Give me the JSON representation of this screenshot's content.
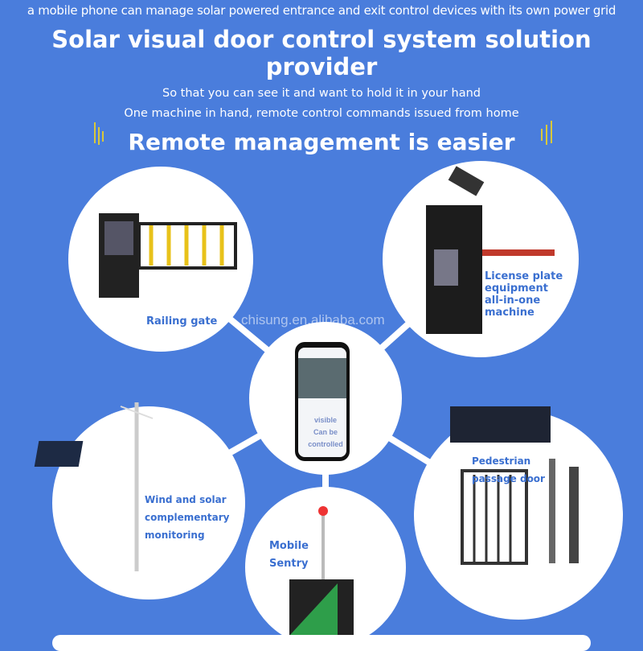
{
  "header": {
    "subtitle": "a mobile phone can manage solar powered entrance and exit control devices with its own power grid",
    "title": "Solar visual door control system solution provider",
    "line1": "So that you can see it and want to hold it in your hand",
    "line2": "One machine in hand, remote control commands issued from home",
    "headline": "Remote management is easier"
  },
  "devices": {
    "railing": "Railing gate",
    "license": [
      "License plate",
      "equipment",
      "all-in-one",
      "machine"
    ],
    "wind": [
      "Wind and solar",
      "complementary",
      "monitoring"
    ],
    "sentry": [
      "Mobile",
      "Sentry"
    ],
    "pedestrian": [
      "Pedestrian",
      "passage door"
    ],
    "phone": [
      "visible",
      "Can be",
      "controlled"
    ]
  },
  "watermark": "chisung.en.alibaba.com",
  "colors": {
    "background": "#4a7ddc",
    "accent": "#d9c83a"
  }
}
